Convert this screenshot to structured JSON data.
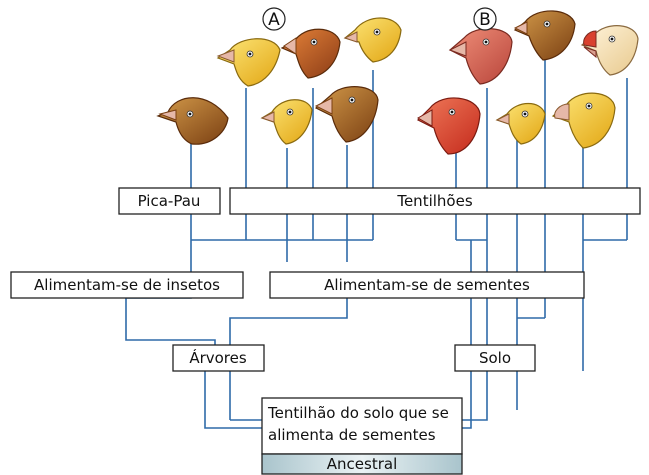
{
  "groups": {
    "a": "A",
    "b": "B"
  },
  "labels": {
    "woodpecker": "Pica-Pau",
    "finches": "Tentilhões",
    "insects": "Alimentam-se de insetos",
    "seeds": "Alimentam-se de sementes",
    "trees": "Árvores",
    "ground": "Solo",
    "ancestor_line1": "Tentilhão do solo que se",
    "ancestor_line2": "alimenta de sementes",
    "ancestor_tag": "Ancestral"
  },
  "colors": {
    "line": "#2f6aa8",
    "brown": "#b36a2a",
    "yellow": "#f2c21e",
    "red": "#d9412e",
    "orange_brown": "#c4682c",
    "salmon": "#d96a55",
    "cream": "#f3dfb0",
    "ancestral_gradient_start": "#a9c4cc",
    "ancestral_gradient_end": "#eaf2f4"
  }
}
